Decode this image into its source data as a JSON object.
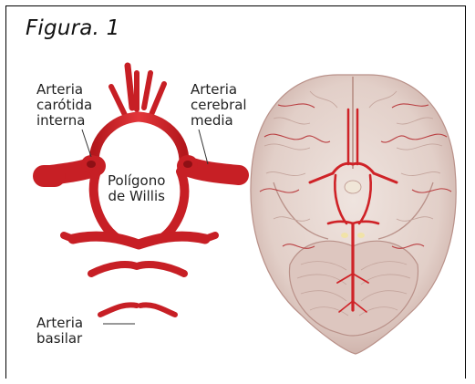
{
  "figure": {
    "caption": "Figura. 1"
  },
  "labels": {
    "carotid": {
      "line1": "Arteria",
      "line2": "carótida",
      "line3": "interna"
    },
    "middle_cerebral": {
      "line1": "Arteria",
      "line2": "cerebral",
      "line3": "media"
    },
    "circle_of_willis": {
      "line1": "Polígono",
      "line2": "de Willis"
    },
    "basilar": {
      "line1": "Arteria",
      "line2": "basilar"
    }
  },
  "colors": {
    "artery": "#d8262b",
    "artery_dark": "#a01418",
    "brain": "#e8d9d3",
    "brain_shadow": "#c7a9a3",
    "frame": "#000000"
  },
  "icons": [
    "circle-of-willis-illustration",
    "brain-base-illustration"
  ]
}
